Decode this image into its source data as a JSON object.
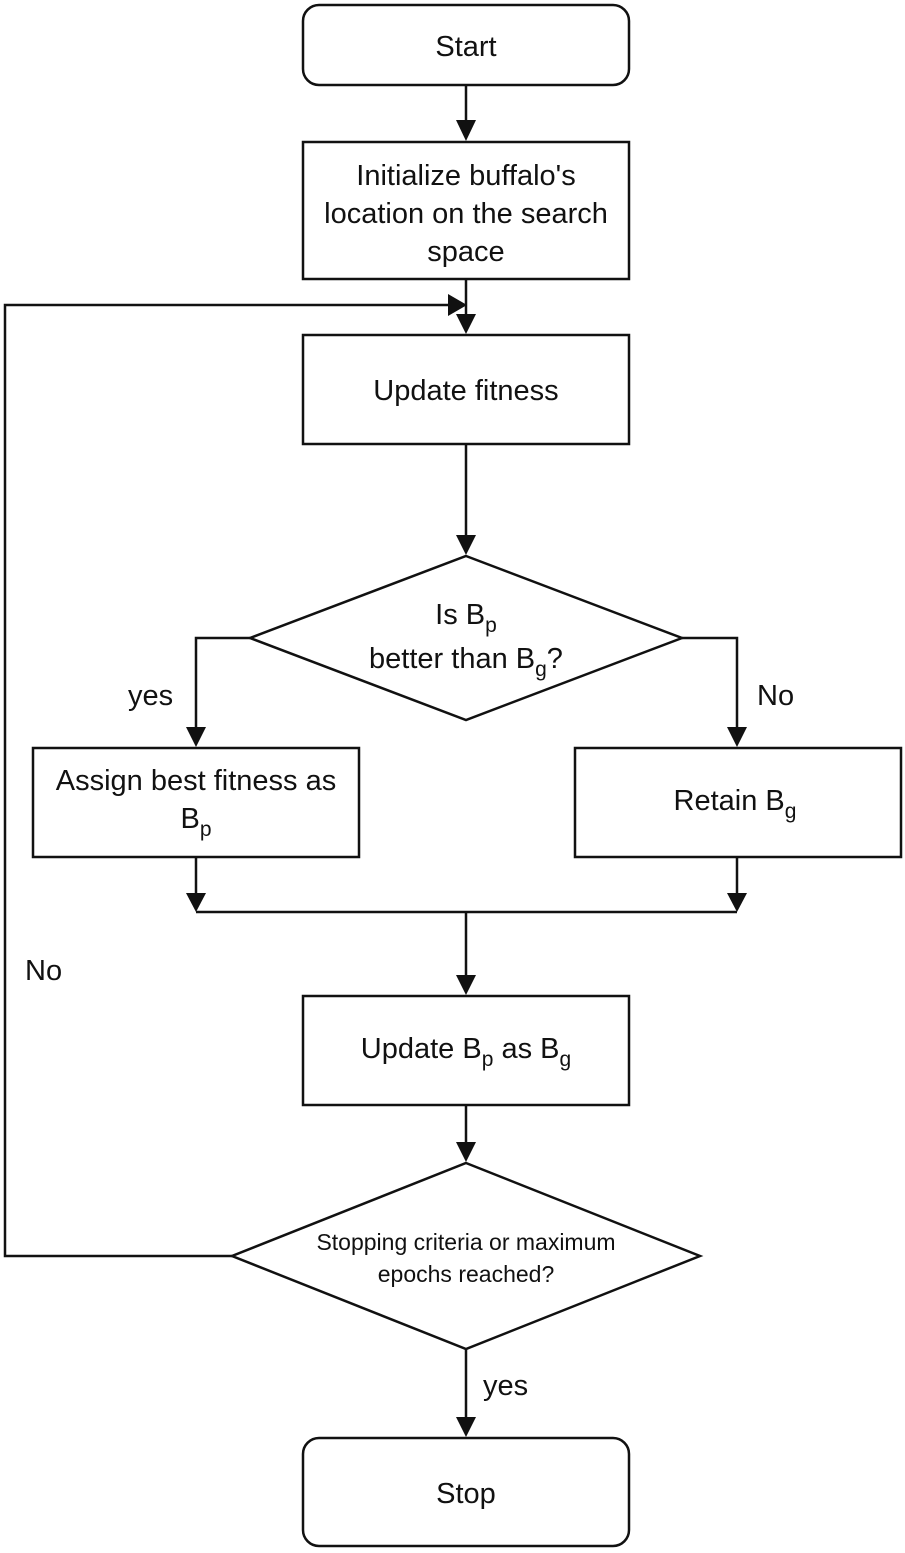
{
  "nodes": {
    "start": {
      "label": "Start"
    },
    "init": {
      "lines": [
        "Initialize buffalo's",
        "location on the search",
        "space"
      ]
    },
    "update_fitness": {
      "label": "Update fitness"
    },
    "decision1": {
      "line1_prefix": "Is B",
      "line1_sub": "p",
      "line2_prefix": "better than B",
      "line2_sub": "g",
      "line2_suffix": "?"
    },
    "assign": {
      "line1": "Assign best fitness as",
      "line2_prefix": "B",
      "line2_sub": "p"
    },
    "retain": {
      "prefix": "Retain B",
      "sub": "g"
    },
    "update_bp": {
      "p1": "Update B",
      "s1": "p",
      "p2": " as B",
      "s2": "g"
    },
    "decision2": {
      "lines": [
        "Stopping criteria or maximum",
        "epochs reached?"
      ]
    },
    "stop": {
      "label": "Stop"
    }
  },
  "edge_labels": {
    "decision1_yes": "yes",
    "decision1_no": "No",
    "decision2_no": "No",
    "decision2_yes": "yes"
  }
}
